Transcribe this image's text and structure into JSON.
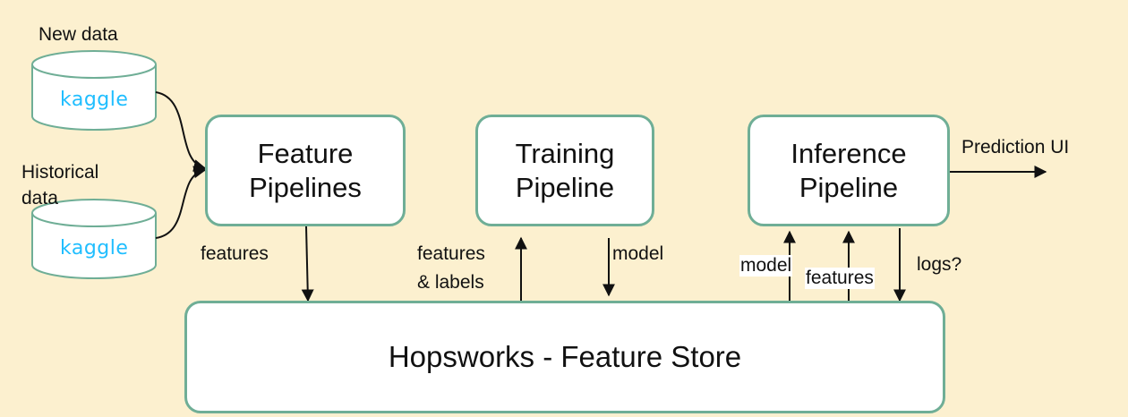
{
  "sources": {
    "new_data_label": "New data",
    "historical_label_line1": "Historical",
    "historical_label_line2": "data",
    "kaggle_logo": "kaggle"
  },
  "boxes": {
    "feature": {
      "line1": "Feature",
      "line2": "Pipelines"
    },
    "training": {
      "line1": "Training",
      "line2": "Pipeline"
    },
    "inference": {
      "line1": "Inference",
      "line2": "Pipeline"
    },
    "store": "Hopsworks - Feature Store"
  },
  "edges": {
    "features": "features",
    "features_labels_line1": "features",
    "features_labels_line2": "& labels",
    "model_down": "model",
    "model_up": "model",
    "features_up": "features",
    "logs": "logs?",
    "prediction_ui": "Prediction UI"
  },
  "colors": {
    "background": "#fcf0cf",
    "box_border": "#6fae96",
    "kaggle_blue": "#20beff"
  }
}
